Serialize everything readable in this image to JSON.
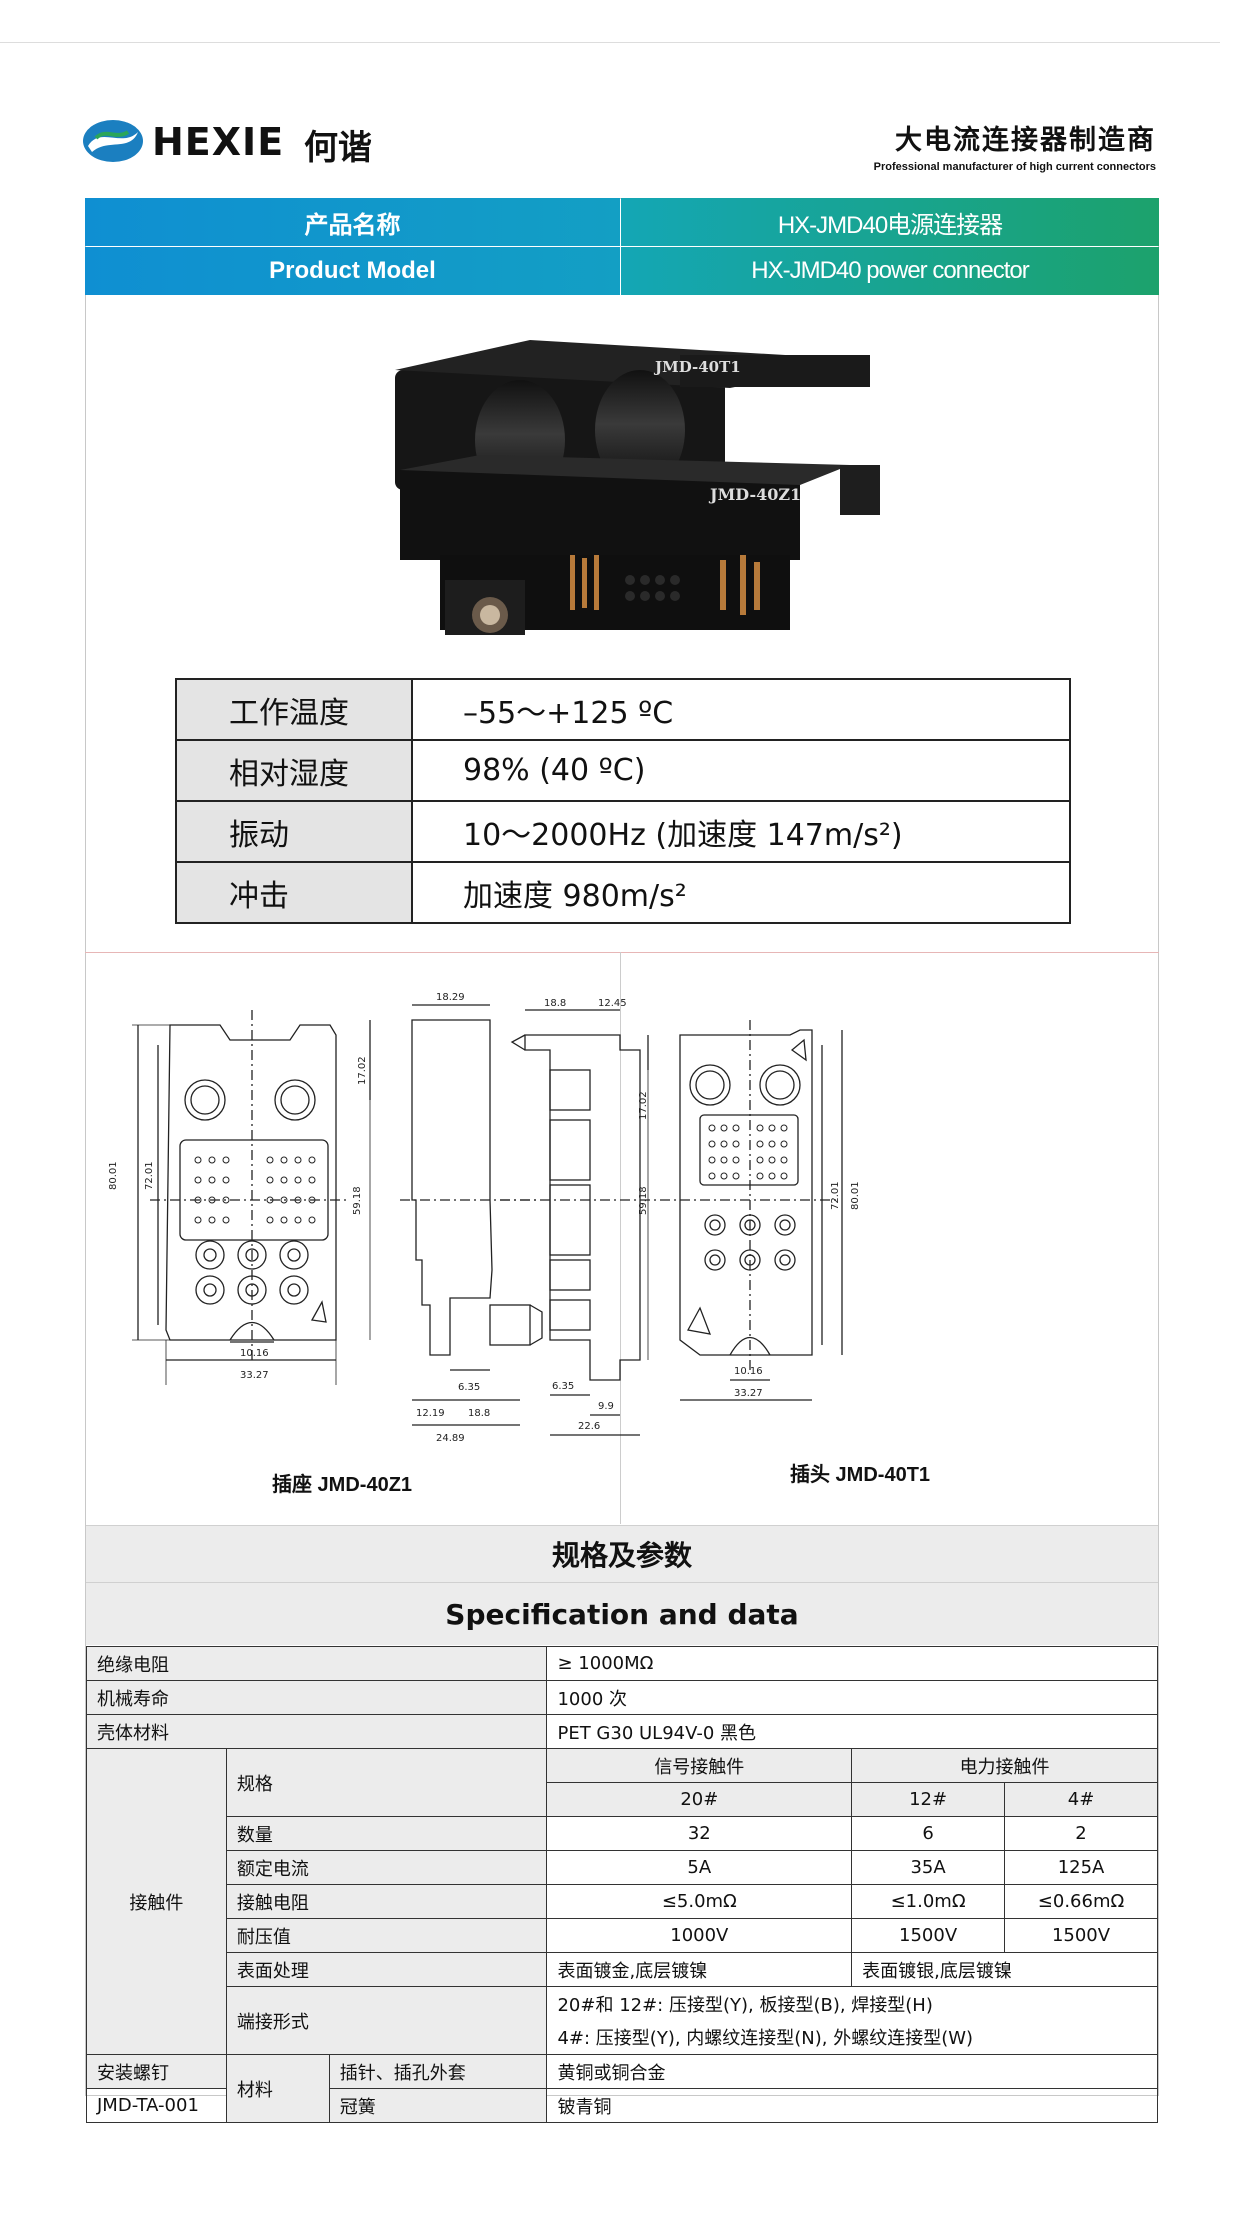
{
  "brand": {
    "name": "HEXIE",
    "name_cn": "何谐",
    "tagline_cn": "大电流连接器制造商",
    "tagline_en": "Professional manufacturer of high current connectors"
  },
  "header": {
    "row1": {
      "label": "产品名称",
      "value": "HX-JMD40电源连接器"
    },
    "row2": {
      "label": "Product Model",
      "value": "HX-JMD40 power connector"
    }
  },
  "photo": {
    "label_top": "JMD-40T1",
    "label_bottom": "JMD-40Z1"
  },
  "environment": [
    {
      "key": "工作温度",
      "value": "–55～+125 ºC"
    },
    {
      "key": "相对湿度",
      "value": "98% (40 ºC)"
    },
    {
      "key": "振动",
      "value": "10～2000Hz (加速度 147m/s²)"
    },
    {
      "key": "冲击",
      "value": "加速度 980m/s²"
    }
  ],
  "drawings": {
    "socket_caption": "插座  JMD-40Z1",
    "plug_caption": "插头  JMD-40T1",
    "dims_left": [
      "18.29",
      "17.02",
      "59.18",
      "80.01",
      "72.01",
      "10.16",
      "33.27",
      "6.35",
      "12.19",
      "18.8",
      "24.89"
    ],
    "dims_right": [
      "18.8",
      "12.45",
      "17.02",
      "59.18",
      "72.01",
      "80.01",
      "10.16",
      "33.27",
      "6.35",
      "9.9",
      "22.6"
    ]
  },
  "spec_title_cn": "规格及参数",
  "spec_title_en": "Specification and data",
  "spec": {
    "insulation": {
      "k": "绝缘电阻",
      "v": "≥ 1000MΩ"
    },
    "life": {
      "k": "机械寿命",
      "v": "1000  次"
    },
    "shell": {
      "k": "壳体材料",
      "v": "PET G30 UL94V-0  黑色"
    },
    "contact_group": "接触件",
    "spec_label": "规格",
    "signal": "信号接触件",
    "power": "电力接触件",
    "sizes": [
      "20#",
      "12#",
      "4#"
    ],
    "rows": [
      {
        "k": "数量",
        "v": [
          "32",
          "6",
          "2"
        ]
      },
      {
        "k": "额定电流",
        "v": [
          "5A",
          "35A",
          "125A"
        ]
      },
      {
        "k": "接触电阻",
        "v": [
          "≤5.0mΩ",
          "≤1.0mΩ",
          "≤0.66mΩ"
        ]
      },
      {
        "k": "耐压值",
        "v": [
          "1000V",
          "1500V",
          "1500V"
        ]
      }
    ],
    "surface": {
      "k": "表面处理",
      "signal": "表面镀金,底层镀镍",
      "power": "表面镀银,底层镀镍"
    },
    "termination": {
      "k": "端接形式",
      "line1": "20#和 12#:  压接型(Y),  板接型(B),  焊接型(H)",
      "line2": "4#:  压接型(Y),  内螺纹连接型(N),  外螺纹连接型(W)"
    },
    "screw": {
      "k": "安装螺钉",
      "code": "JMD-TA-001"
    },
    "material": {
      "k": "材料",
      "r1k": "插针、插孔外套",
      "r1v": "黄铜或铜合金",
      "r2k": "冠簧",
      "r2v": "铍青铜"
    }
  },
  "colors": {
    "blue": "#0f8fd2",
    "green": "#1ca26c"
  }
}
